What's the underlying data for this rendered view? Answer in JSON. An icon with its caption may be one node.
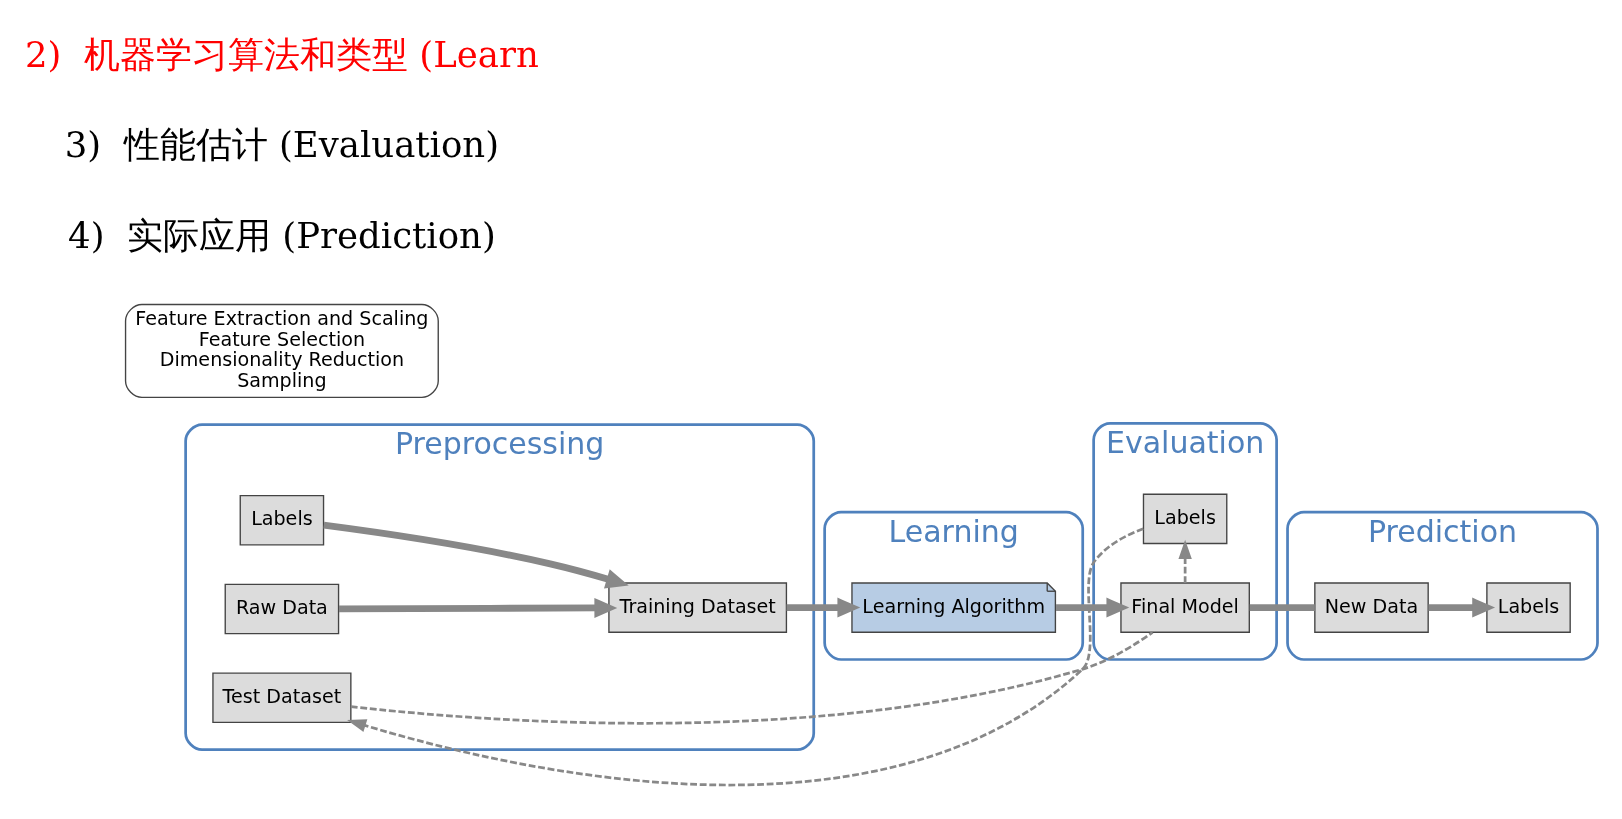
{
  "diagram": {
    "nodes": [
      {
        "text": [
          "Preprocessing"
        ]
      },
      {
        "text": [
          "Labels"
        ],
        "in": 0
      },
      {
        "text": [
          "Raw Data"
        ],
        "in": 0
      },
      {
        "text": [
          "Training Dataset"
        ],
        "in": 0
      },
      {
        "text": [
          "Test Dataset"
        ],
        "in": 0
      },
      {
        "text": [
          "Learning"
        ]
      },
      {
        "text": [
          "Learning Algorithm"
        ],
        "in": 5
      },
      {
        "text": [
          "Evaluation"
        ]
      },
      {
        "text": [
          "Labels"
        ],
        "in": 7
      },
      {
        "text": [
          "Final Model"
        ],
        "in": 7
      },
      {
        "text": [
          "Prediction"
        ]
      },
      {
        "text": [
          "New Data"
        ],
        "in": 10
      },
      {
        "text": [
          "Labels"
        ],
        "in": 10
      },
      {
        "text": [
          "Feature Extraction and Scaling",
          "Feature Selection",
          "Dimensionality Reduction",
          "Sampling"
        ]
      }
    ],
    "edges": [
      {
        "from": 1,
        "to": 3,
        "arrow": "to"
      },
      {
        "from": 2,
        "to": 3,
        "arrow": "to"
      },
      {
        "from": 3,
        "to": 6,
        "arrow": "to"
      },
      {
        "from": 6,
        "to": 9,
        "arrow": "to"
      },
      {
        "from": 9,
        "to": 11,
        "arrow": "none"
      },
      {
        "from": 11,
        "to": 12,
        "arrow": "to"
      },
      {
        "from": 9,
        "to": 8,
        "arrow": "to",
        "style": "dashed"
      },
      {
        "from": 4,
        "to": 9,
        "arrow": "none",
        "style": "dashed"
      },
      {
        "from": 8,
        "to": 4,
        "arrow": "to",
        "style": "dashed"
      }
    ],
    "labels": [
      "2)  机器学习算法和类型 (Learn",
      "3)  性能估计 (Evaluation)",
      "4)  实际应用 (Prediction)"
    ]
  }
}
